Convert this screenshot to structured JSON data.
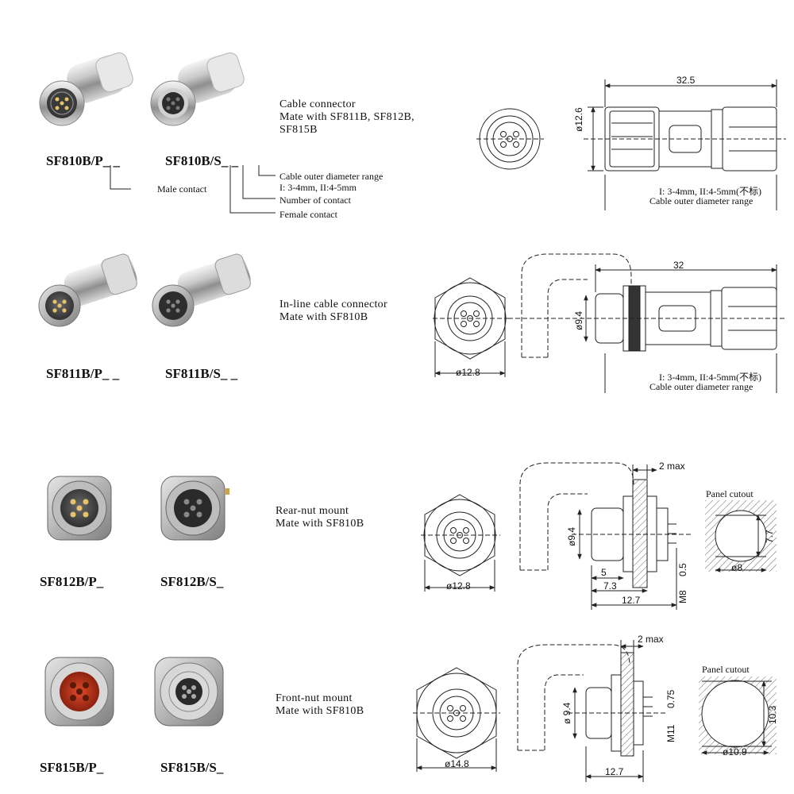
{
  "rows": [
    {
      "part_p": "SF810B/P",
      "part_s": "SF810B/S",
      "description": "Cable connector\nMate with SF811B, SF812B,\nSF815B",
      "callouts": {
        "cable_range_title": "Cable outer  diameter range",
        "cable_range_values": "I: 3-4mm, II:4-5mm",
        "number_of_contact": "Number  of  contact",
        "female_contact": "Female contact",
        "male_contact": "Male contact"
      },
      "dims": {
        "length": "32.5",
        "diameter": "ø12.6"
      },
      "note_line1": "I: 3-4mm, II:4-5mm(不标)",
      "note_line2": "Cable outer  diameter range"
    },
    {
      "part_p": "SF811B/P",
      "part_s": "SF811B/S",
      "description": "In-line cable connector\nMate with SF810B",
      "dims": {
        "length": "32",
        "diameter": "ø9.4",
        "hex": "ø12.8"
      },
      "note_line1": "I: 3-4mm, II:4-5mm(不标)",
      "note_line2": "Cable outer  diameter range"
    },
    {
      "part_p": "SF812B/P",
      "part_s": "SF812B/S",
      "description": "Rear-nut mount\nMate with SF810B",
      "dims": {
        "hex": "ø12.8",
        "diameter": "ø9.4",
        "max": "2 max",
        "d5": "5",
        "d73": "7.3",
        "d127": "12.7",
        "thread": "M8",
        "d05": "0.5"
      },
      "panel": {
        "title": "Panel cutout",
        "height": "7.7",
        "diameter": "ø8"
      }
    },
    {
      "part_p": "SF815B/P",
      "part_s": "SF815B/S",
      "description": "Front-nut mount\nMate with SF810B",
      "dims": {
        "hex": "ø14.8",
        "diameter": "ø 9.4",
        "max": "2 max",
        "d127": "12.7",
        "thread": "M11",
        "d075": "0.75"
      },
      "panel": {
        "title": "Panel cutout",
        "height": "10.3",
        "diameter": "ø10.9"
      }
    }
  ]
}
